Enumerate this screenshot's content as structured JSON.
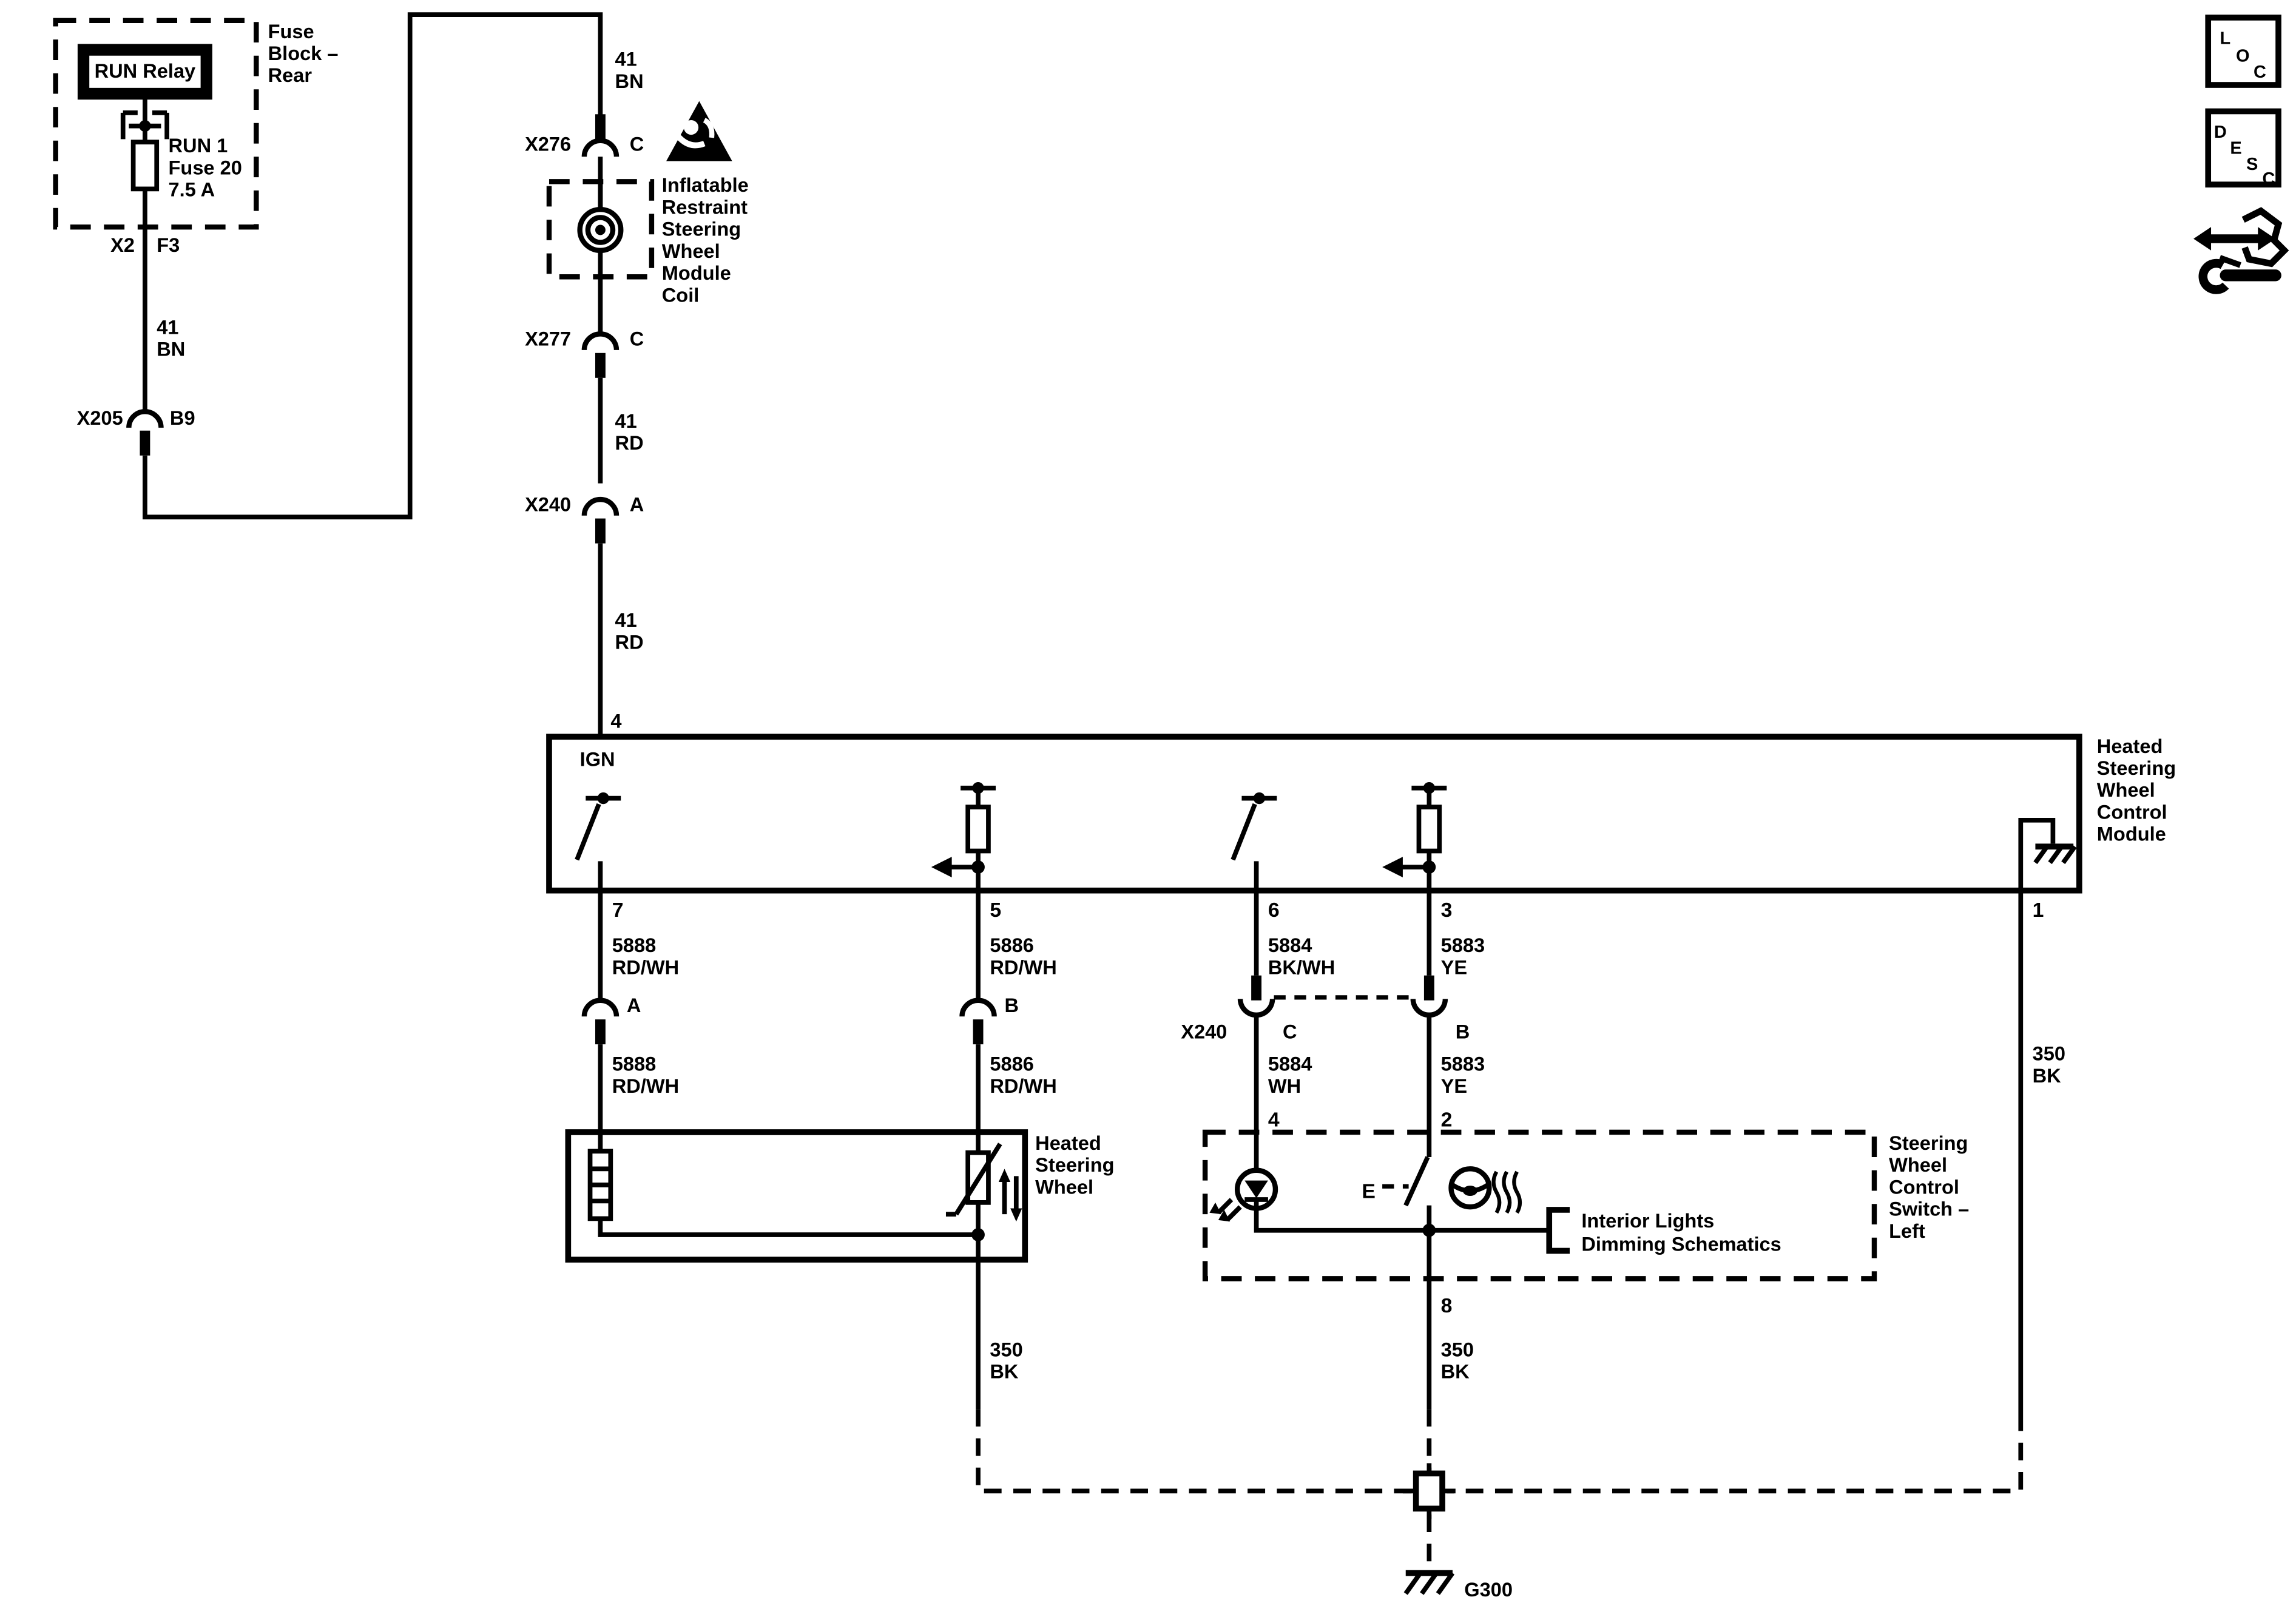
{
  "icons": {
    "loc": [
      "L",
      "O",
      "C"
    ],
    "desc": [
      "D",
      "E",
      "S",
      "C"
    ]
  },
  "fuse_block": {
    "label": [
      "Fuse",
      "Block –",
      "Rear"
    ],
    "relay": "RUN Relay",
    "fuse": [
      "RUN 1",
      "Fuse 20",
      "7.5 A"
    ],
    "pin_left": "X2",
    "pin_right": "F3"
  },
  "connectors": {
    "x205": {
      "name": "X205",
      "pin": "B9"
    },
    "x276": {
      "name": "X276",
      "pin": "C"
    },
    "x277": {
      "name": "X277",
      "pin": "C"
    },
    "x240a": {
      "name": "X240",
      "pin": "A"
    },
    "conn_a": "A",
    "conn_b": "B",
    "x240c": {
      "name": "X240",
      "pin": "C"
    },
    "conn_b2": "B"
  },
  "wires": {
    "w41bn": [
      "41",
      "BN"
    ],
    "w41rd": [
      "41",
      "RD"
    ],
    "w5888": [
      "5888",
      "RD/WH"
    ],
    "w5886": [
      "5886",
      "RD/WH"
    ],
    "w5884_top": [
      "5884",
      "BK/WH"
    ],
    "w5884_bot": [
      "5884",
      "WH"
    ],
    "w5883": [
      "5883",
      "YE"
    ],
    "w350": [
      "350",
      "BK"
    ]
  },
  "coil": {
    "label": [
      "Inflatable",
      "Restraint",
      "Steering",
      "Wheel",
      "Module",
      "Coil"
    ]
  },
  "module": {
    "label": [
      "Heated",
      "Steering",
      "Wheel",
      "Control",
      "Module"
    ],
    "ign": "IGN",
    "pins": {
      "p4": "4",
      "p7": "7",
      "p5": "5",
      "p6": "6",
      "p3": "3",
      "p1": "1"
    }
  },
  "heated_wheel": {
    "label": [
      "Heated",
      "Steering",
      "Wheel"
    ]
  },
  "switch": {
    "label": [
      "Steering",
      "Wheel",
      "Control",
      "Switch –",
      "Left"
    ],
    "e": "E",
    "pins": {
      "p4": "4",
      "p2": "2",
      "p8": "8"
    }
  },
  "interior": {
    "label": [
      "Interior Lights",
      "Dimming Schematics"
    ]
  },
  "ground": {
    "name": "G300"
  }
}
